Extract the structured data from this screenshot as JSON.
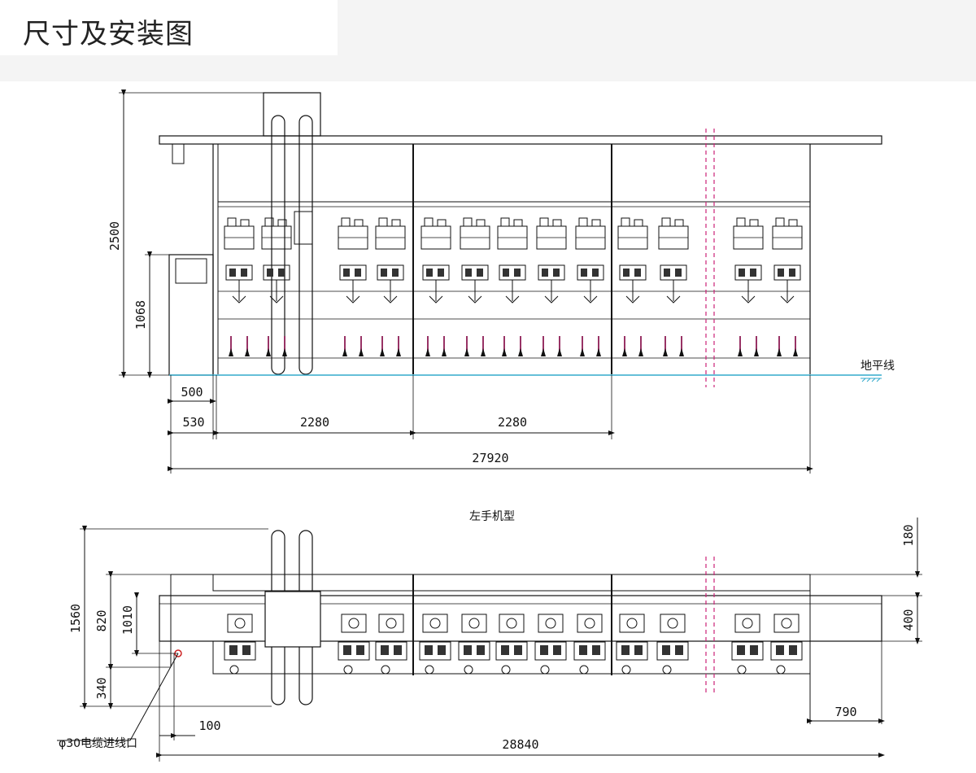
{
  "page": {
    "title": "尺寸及安装图"
  },
  "front_view": {
    "dimensions": {
      "height_total": "2500",
      "height_cabinet": "1068",
      "offset_a": "500",
      "offset_b": "530",
      "section_1": "2280",
      "section_2": "2280",
      "overall_length": "27920"
    },
    "floor_label": "地平线"
  },
  "top_view": {
    "title": "左手机型",
    "dimensions": {
      "depth_total": "1560",
      "depth_a": "820",
      "depth_b": "1010",
      "depth_c": "340",
      "right_top": "180",
      "right_mid": "400",
      "right_end": "790",
      "cable_offset": "100",
      "overall_length": "28840"
    },
    "cable_label": "φ30电缆进线口"
  },
  "colors": {
    "line": "#111111",
    "break_line": "#cc2277",
    "floor": "#33aacc"
  }
}
